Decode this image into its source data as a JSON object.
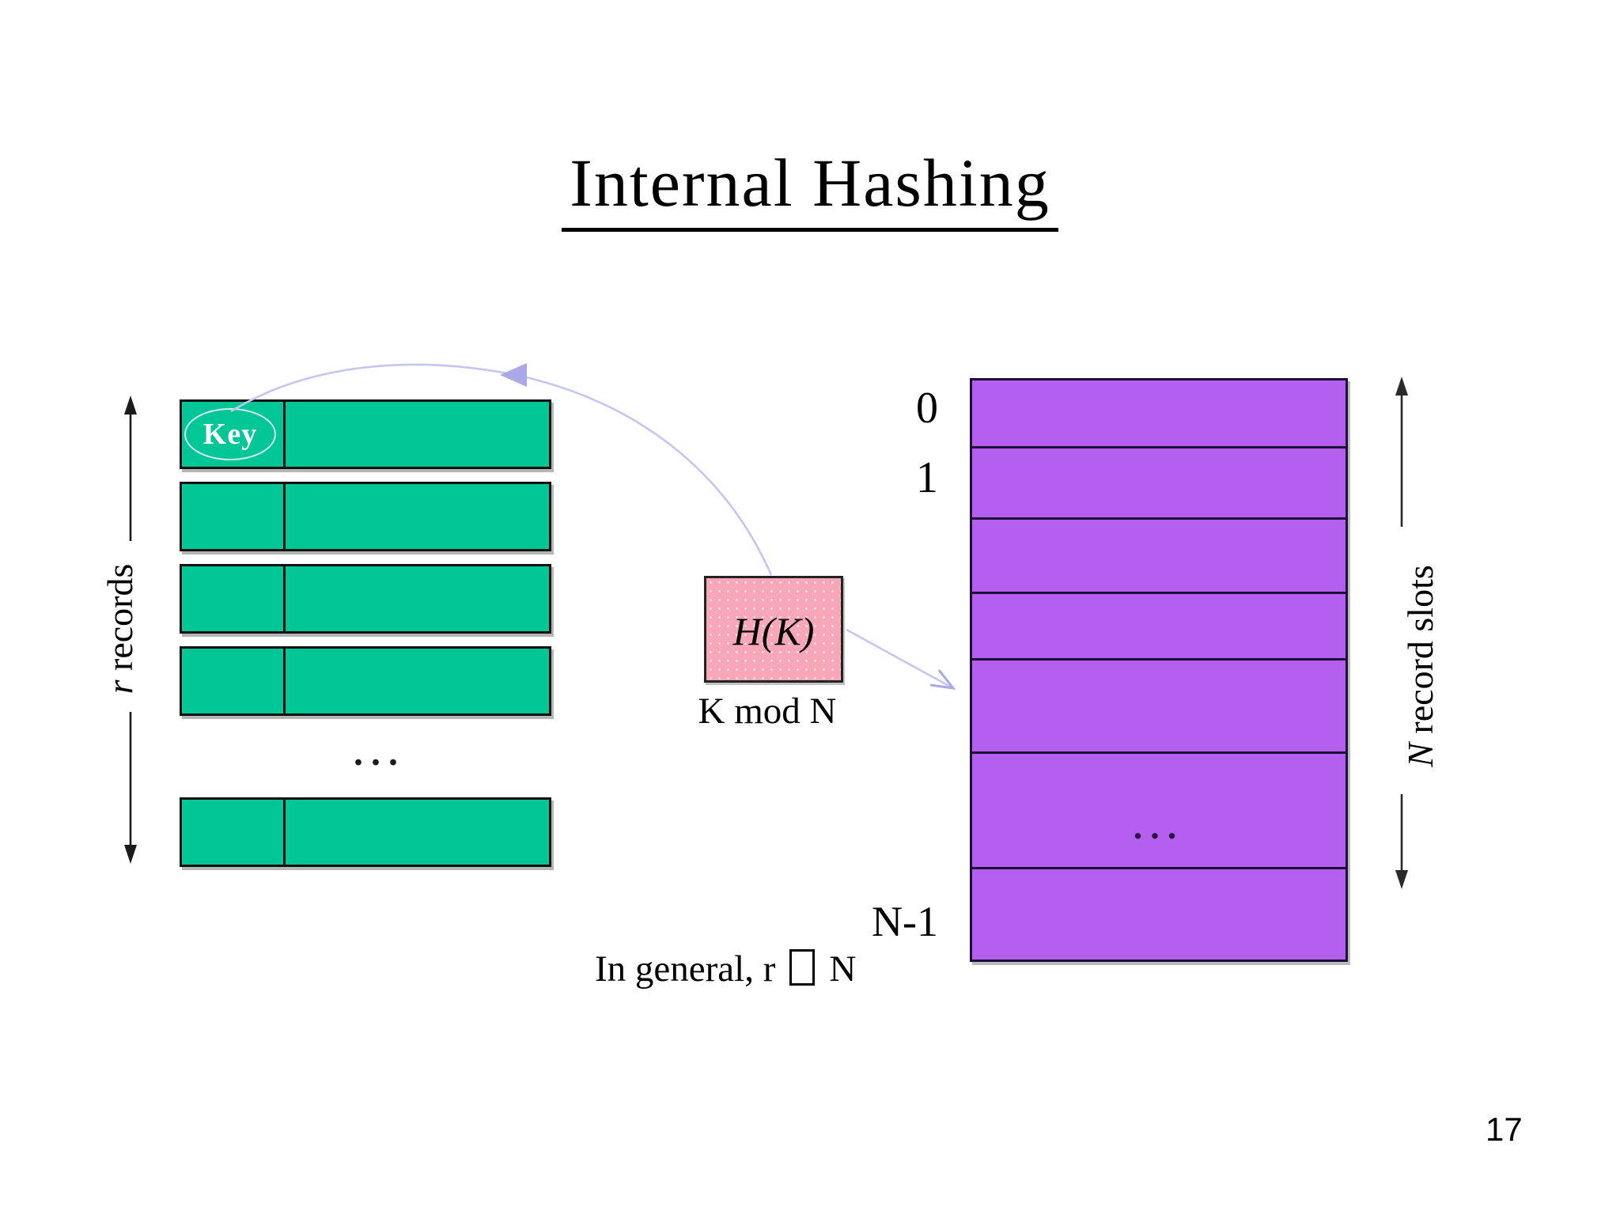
{
  "slide": {
    "title": "Internal Hashing",
    "page_number": "17"
  },
  "records": {
    "axis_label_italic": "r",
    "axis_label_rest": " records",
    "key_label": "Key",
    "ellipsis": "..."
  },
  "hash": {
    "label": "H(K)",
    "caption": "K mod N"
  },
  "slots": {
    "axis_label_italic": "N",
    "axis_label_rest": " record slots",
    "label_first": "0",
    "label_second": "1",
    "label_last": "N-1",
    "ellipsis": "..."
  },
  "note": {
    "left": "In general, r",
    "right": "N"
  },
  "colors": {
    "record_fill": "#00C795",
    "slot_fill": "#B45FF0",
    "hash_fill": "#F7A7B7",
    "arrow_line": "#C5C5F2",
    "arrow_head": "#A9A9E8"
  }
}
